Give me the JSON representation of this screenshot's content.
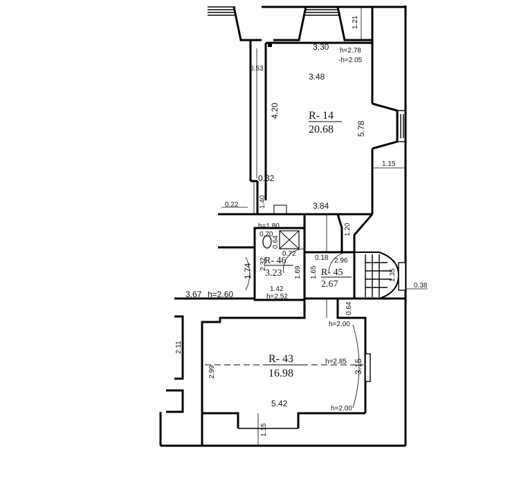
{
  "rooms": {
    "r14": {
      "label": "R- 14",
      "area": "20.68"
    },
    "r46": {
      "label": "R- 46",
      "area": "3.23"
    },
    "r45": {
      "label": "R- 45",
      "area": "2.67"
    },
    "r43": {
      "label": "R- 43",
      "area": "16.98"
    }
  },
  "dimensions": {
    "d_1_21": "1.21",
    "d_3_30": "3.30",
    "h_2_78": "h=2.78",
    "h_2_05": "-h=2.05",
    "d_0_53": "0.53",
    "d_3_48": "3.48",
    "d_4_20": "4.20",
    "d_5_78": "5.78",
    "d_1_15a": "1.15",
    "d_0_32": "0.32",
    "d_0_22": "0.22",
    "d_1_40": "1.40",
    "d_3_84": "3.84",
    "d_1_20": "1.20",
    "h_1_80": "h=1.80",
    "d_0_70": "0.70",
    "d_0_64a": "0.64",
    "d_0_72": "0.72",
    "d_0_18": "0.18",
    "d_2_96": "2.96",
    "d_2_32": "2.32",
    "d_1_74": "1.74",
    "d_1_69": "1.69",
    "d_1_65": "1.65",
    "d_1_35": "1.35",
    "d_0_38": "0.38",
    "d_1_42": "1.42",
    "h_2_52": "h=2.52",
    "d_3_67": "3.67",
    "h_2_60": "h=2.60",
    "d_0_64b": "0.64",
    "h_2_00a": "h=2.00",
    "d_2_11": "2.11",
    "d_2_99": "2.99",
    "h_2_85": "h=2.85",
    "d_3_15": "3.15",
    "d_5_42": "5.42",
    "h_2_00b": "h=2.00",
    "d_1_15b": "1.15"
  }
}
